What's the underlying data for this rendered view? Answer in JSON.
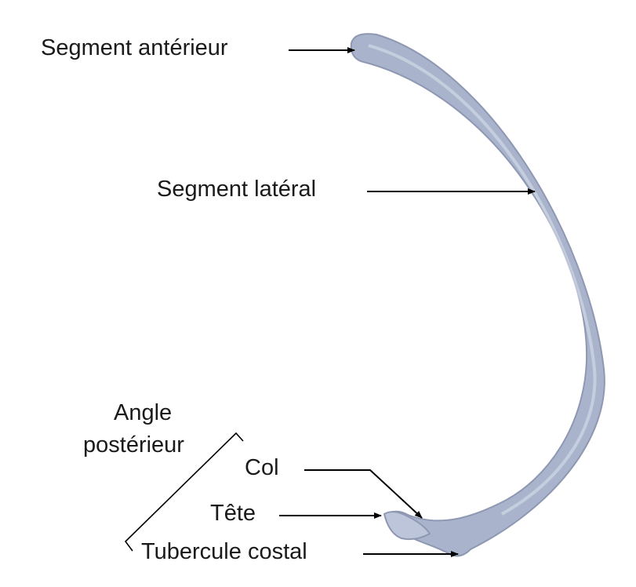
{
  "labels": {
    "anterior_segment": "Segment antérieur",
    "lateral_segment": "Segment latéral",
    "posterior_angle_line1": "Angle",
    "posterior_angle_line2": "postérieur",
    "neck": "Col",
    "head": "Tête",
    "costal_tubercle": "Tubercule costal"
  },
  "colors": {
    "bone_fill": "#a9b4cc",
    "bone_edge": "#8e98b2",
    "bone_highlight": "#d2d8e6",
    "label_text": "#1a1a1a",
    "leader": "#000000"
  }
}
